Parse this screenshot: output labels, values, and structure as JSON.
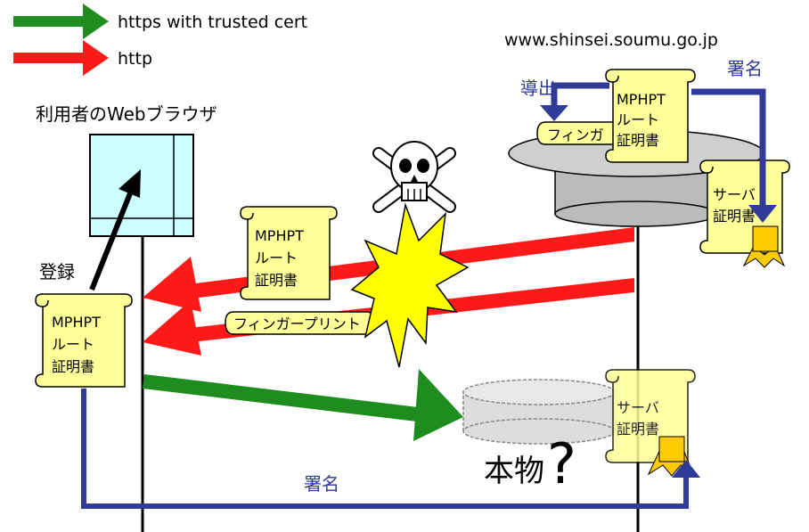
{
  "legend": {
    "https_label": "https with trusted cert",
    "http_label": "http",
    "https_color": "#1e8c1e",
    "http_color": "#ff1a1a"
  },
  "server": {
    "domain": "www.shinsei.soumu.go.jp",
    "derive_label": "導出",
    "sign_label": "署名",
    "fingerprint_label": "フィンガ",
    "root_cert_lines": [
      "MPHPT",
      "ルート",
      "証明書"
    ],
    "server_cert_lines": [
      "サーバ",
      "証明書"
    ]
  },
  "browser": {
    "title": "利用者のWebブラウザ",
    "register_label": "登録",
    "root_cert_lines": [
      "MPHPT",
      "ルート",
      "証明書"
    ]
  },
  "attack": {
    "root_cert_lines": [
      "MPHPT",
      "ルート",
      "証明書"
    ],
    "fingerprint_label": "フィンガープリント",
    "attacker_icon": "skull-crossbones-icon",
    "explosion_icon": "explosion-icon"
  },
  "verify": {
    "genuine_label": "本物",
    "question_mark": "?",
    "sign_label": "署名",
    "server_cert_lines": [
      "サーバ",
      "証明書"
    ]
  },
  "colors": {
    "scroll_fill": "#ffff99",
    "browser_fill": "#ccffff",
    "signature_line": "#2f3a99",
    "seal_fill": "#ffcc00"
  }
}
